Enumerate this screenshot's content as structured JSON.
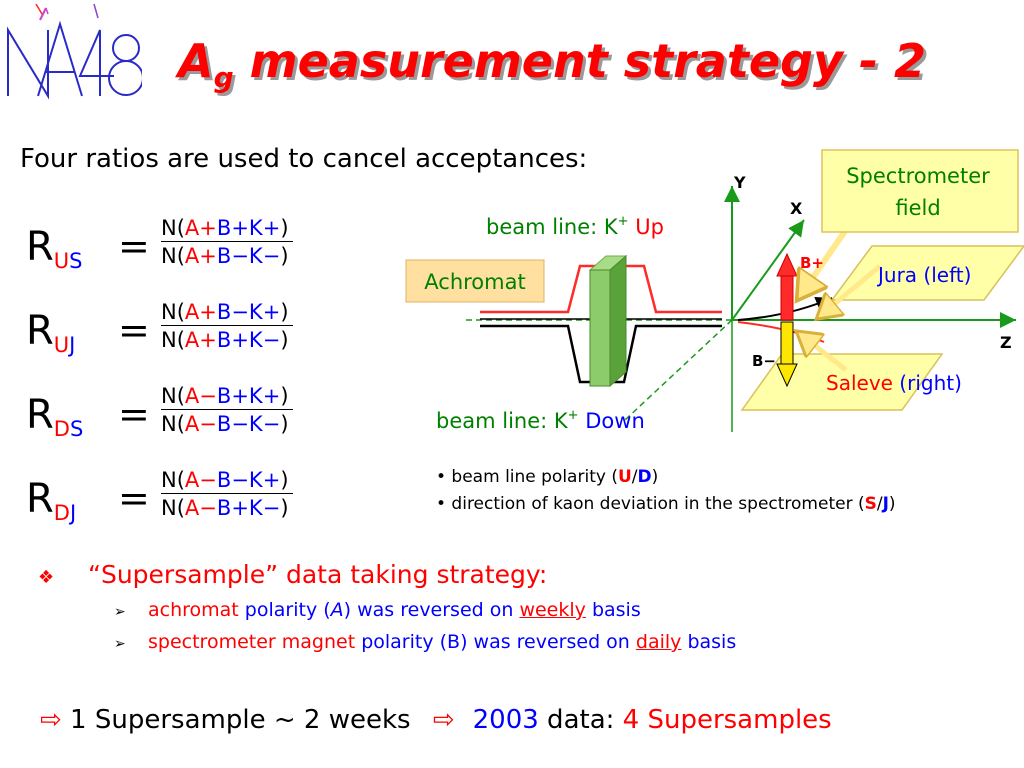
{
  "logo": {
    "text": "NA48"
  },
  "title": {
    "main": "A",
    "subscript": "g",
    "rest": " measurement strategy - 2"
  },
  "intro": "Four ratios are used to cancel acceptances:",
  "equations": [
    {
      "R": "R",
      "sub_a": "U",
      "sub_b": "S",
      "num": [
        "N(",
        "A",
        "+",
        "B",
        "+",
        "K",
        "+",
        ")"
      ],
      "den": [
        "N(",
        "A",
        "+",
        "B",
        "−",
        "K",
        "−",
        ")"
      ]
    },
    {
      "R": "R",
      "sub_a": "U",
      "sub_b": "J",
      "num": [
        "N(",
        "A",
        "+",
        "B",
        "−",
        "K",
        "+",
        ")"
      ],
      "den": [
        "N(",
        "A",
        "+",
        "B",
        "+",
        "K",
        "−",
        ")"
      ]
    },
    {
      "R": "R",
      "sub_a": "D",
      "sub_b": "S",
      "num": [
        "N(",
        "A",
        "−",
        "B",
        "+",
        "K",
        "+",
        ")"
      ],
      "den": [
        "N(",
        "A",
        "−",
        "B",
        "−",
        "K",
        "−",
        ")"
      ]
    },
    {
      "R": "R",
      "sub_a": "D",
      "sub_b": "J",
      "num": [
        "N(",
        "A",
        "−",
        "B",
        "−",
        "K",
        "+",
        ")"
      ],
      "den": [
        "N(",
        "A",
        "−",
        "B",
        "+",
        "K",
        "−",
        ")"
      ]
    }
  ],
  "equals_sign": "=",
  "diagram": {
    "beam_up": {
      "prefix": "beam line: K",
      "sup": "+",
      "dir": " Up"
    },
    "beam_down": {
      "prefix": "beam line: K",
      "sup": "+",
      "dir": " Down"
    },
    "achromat": "Achromat",
    "spectrometer": [
      "Spectrometer",
      "field"
    ],
    "jura": "Jura (left)",
    "saleve_red": "Saleve",
    "saleve_rest": " (right)",
    "axis_y": "Y",
    "axis_x": "X",
    "axis_z": "Z",
    "b_plus": "B+",
    "b_minus": "B−"
  },
  "bullets": {
    "b1": {
      "lead": "• beam line polarity (",
      "u": "U",
      "slash": "/",
      "d": "D",
      "close": ")"
    },
    "b2": {
      "lead": "• direction of kaon deviation in the spectrometer (",
      "s": "S",
      "slash": "/",
      "j": "J",
      "close": ")"
    }
  },
  "supersample": {
    "marker": "❖",
    "heading": "“Supersample” data taking strategy:",
    "items": [
      {
        "marker": "➢",
        "red": "achromat",
        "mid": " polarity (",
        "letter": "A",
        "after": ") was reversed on ",
        "period": "weekly",
        "tail": " basis"
      },
      {
        "marker": "➢",
        "red": "spectrometer magnet",
        "mid": " polarity (",
        "letter": "B",
        "after": ") was reversed on ",
        "period": "daily",
        "tail": " basis"
      }
    ]
  },
  "summary": {
    "arrow": "⇨",
    "part1": " 1 Supersample ~ 2 weeks",
    "arrow2": "⇨",
    "year": "2003",
    "data": " data: ",
    "count": "4",
    "tail": " Supersamples"
  }
}
